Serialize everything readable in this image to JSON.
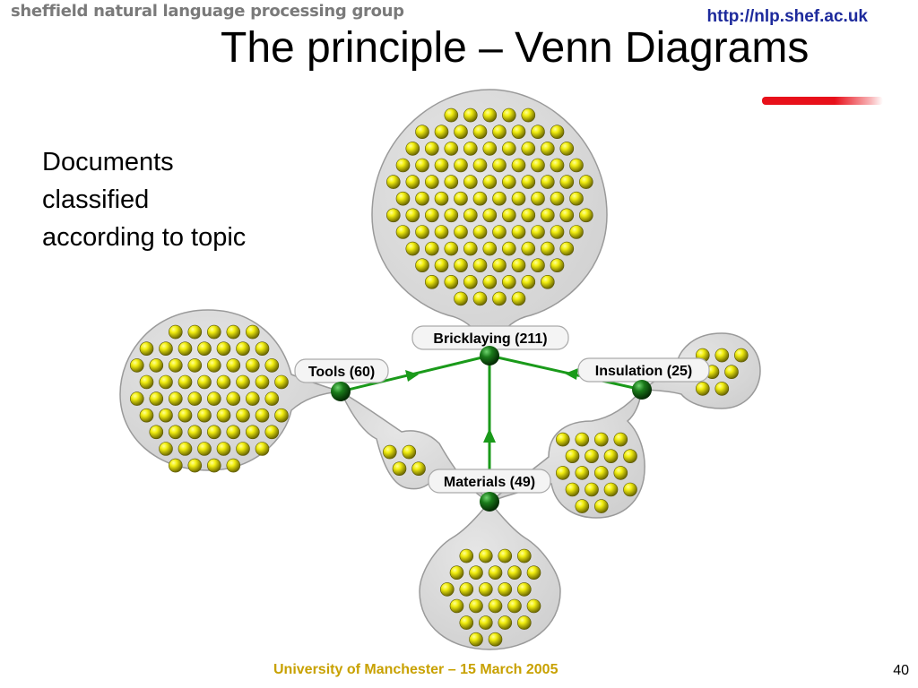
{
  "header": {
    "brand": "sheffield natural language processing group",
    "url": "http://nlp.shef.ac.uk"
  },
  "slide": {
    "title": "The principle – Venn Diagrams",
    "caption": [
      "Documents",
      "classified",
      "according to topic"
    ]
  },
  "diagram": {
    "nodes": {
      "bricklaying": "Bricklaying (211)",
      "tools": "Tools (60)",
      "insulation": "Insulation (25)",
      "materials": "Materials (49)"
    },
    "colors": {
      "edge": "#1a9a1a",
      "node": "#0f5a12",
      "document": "#e2e000",
      "blob": "#dcdcdc"
    }
  },
  "footer": {
    "text": "University of Manchester – 15 March 2005",
    "page": "40"
  }
}
